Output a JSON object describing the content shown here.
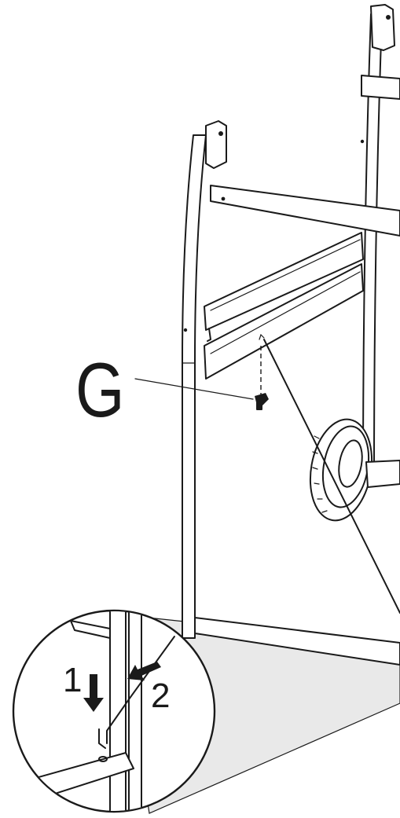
{
  "part_label": "G",
  "detail": {
    "step_1": "1",
    "step_2": "2"
  },
  "icons": [
    "arrow-down-icon",
    "arrow-diagonal-icon"
  ],
  "colors": {
    "line": "#1a1a1a",
    "background": "#ffffff",
    "shadow": "#e6e6e6"
  }
}
